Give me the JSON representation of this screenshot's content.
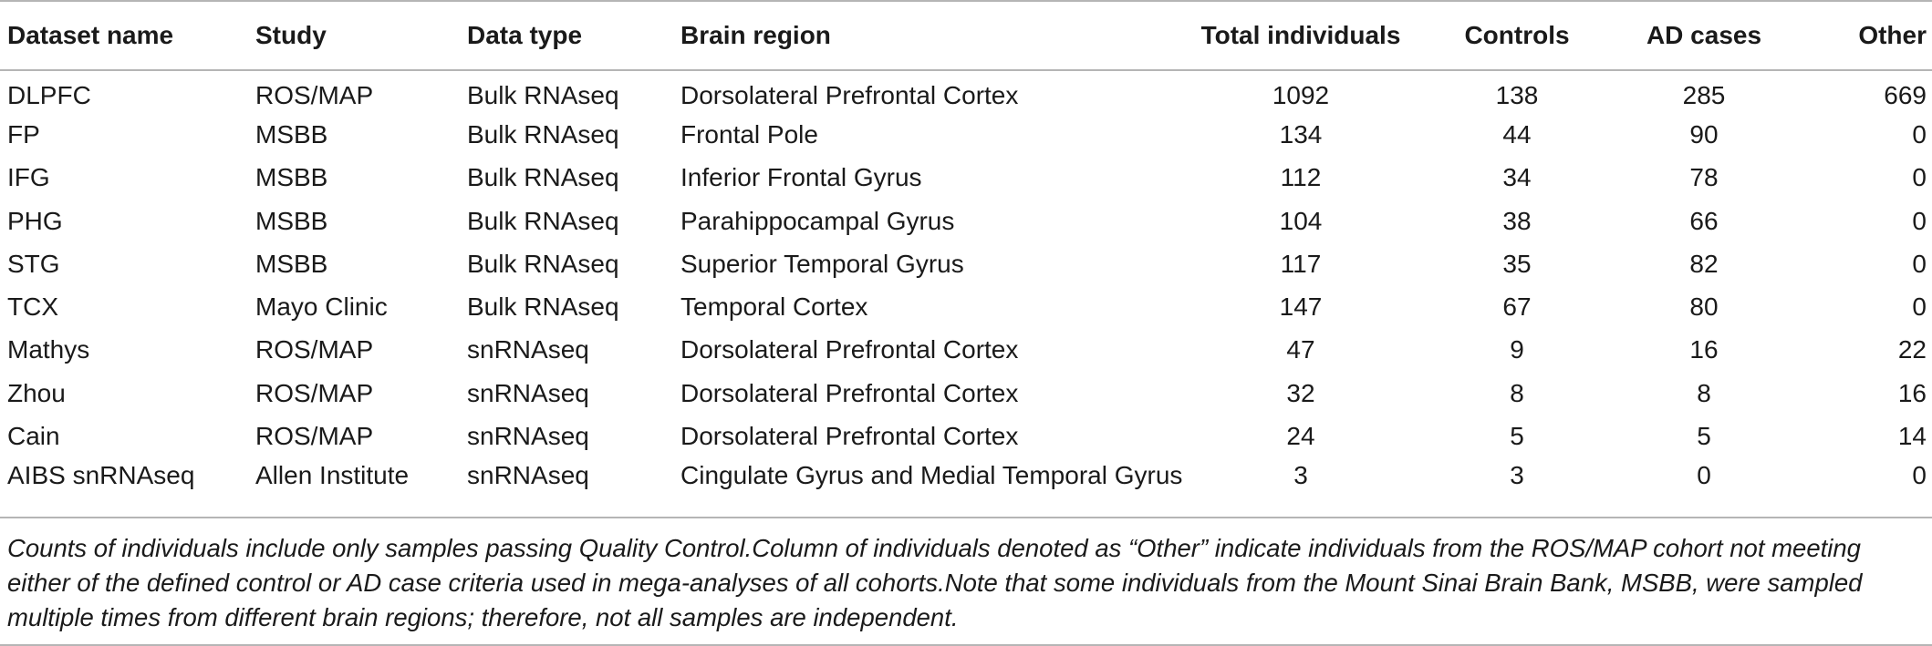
{
  "table": {
    "headers": [
      "Dataset name",
      "Study",
      "Data type",
      "Brain region",
      "Total individuals",
      "Controls",
      "AD cases",
      "Other"
    ],
    "rows": [
      [
        "DLPFC",
        "ROS/MAP",
        "Bulk RNAseq",
        "Dorsolateral Prefrontal Cortex",
        "1092",
        "138",
        "285",
        "669"
      ],
      [
        "FP",
        "MSBB",
        "Bulk RNAseq",
        "Frontal Pole",
        "134",
        "44",
        "90",
        "0"
      ],
      [
        "IFG",
        "MSBB",
        "Bulk RNAseq",
        "Inferior Frontal Gyrus",
        "112",
        "34",
        "78",
        "0"
      ],
      [
        "PHG",
        "MSBB",
        "Bulk RNAseq",
        "Parahippocampal Gyrus",
        "104",
        "38",
        "66",
        "0"
      ],
      [
        "STG",
        "MSBB",
        "Bulk RNAseq",
        "Superior Temporal Gyrus",
        "117",
        "35",
        "82",
        "0"
      ],
      [
        "TCX",
        "Mayo Clinic",
        "Bulk RNAseq",
        "Temporal Cortex",
        "147",
        "67",
        "80",
        "0"
      ],
      [
        "Mathys",
        "ROS/MAP",
        "snRNAseq",
        "Dorsolateral Prefrontal Cortex",
        "47",
        "9",
        "16",
        "22"
      ],
      [
        "Zhou",
        "ROS/MAP",
        "snRNAseq",
        "Dorsolateral Prefrontal Cortex",
        "32",
        "8",
        "8",
        "16"
      ],
      [
        "Cain",
        "ROS/MAP",
        "snRNAseq",
        "Dorsolateral Prefrontal Cortex",
        "24",
        "5",
        "5",
        "14"
      ],
      [
        "AIBS snRNAseq",
        "Allen Institute",
        "snRNAseq",
        "Cingulate Gyrus and Medial Temporal Gyrus",
        "3",
        "3",
        "0",
        "0"
      ]
    ]
  },
  "footnote": "Counts of individuals include only samples passing Quality Control.Column of individuals denoted as “Other” indicate individuals from the ROS/MAP cohort not meeting either of the defined control or AD case criteria used in mega-analyses of all cohorts.Note that some individuals from the Mount Sinai Brain Bank, MSBB, were sampled multiple times from different brain regions; therefore, not all samples are independent."
}
